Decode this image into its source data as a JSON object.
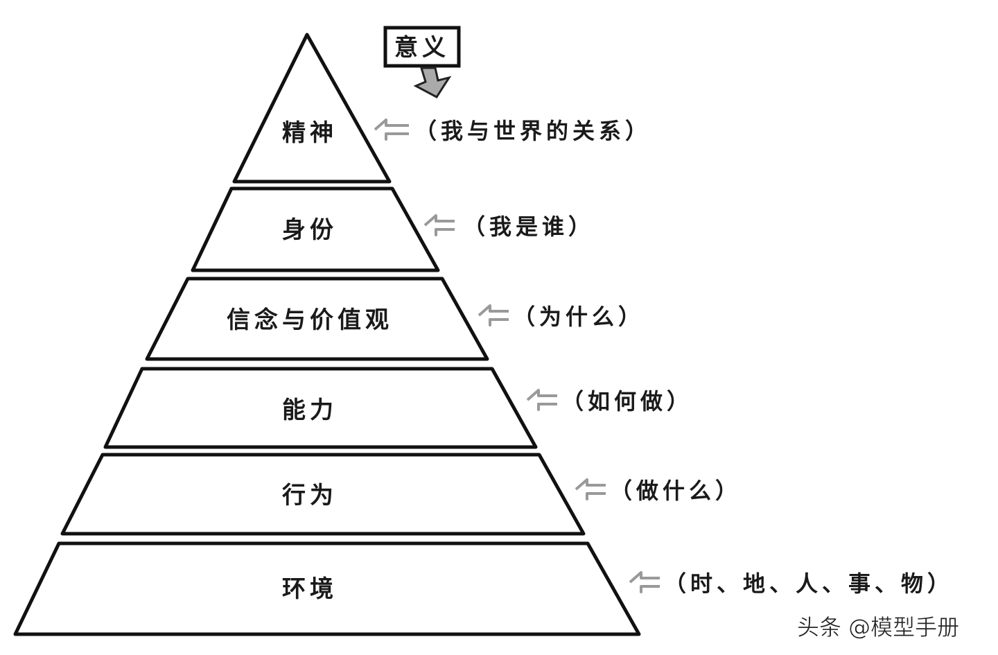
{
  "sign": {
    "label": "意义"
  },
  "layers": [
    {
      "label": "精神",
      "note": "（我与世界的关系）"
    },
    {
      "label": "身份",
      "note": "（我是谁）"
    },
    {
      "label": "信念与价值观",
      "note": "（为什么）"
    },
    {
      "label": "能力",
      "note": "（如何做）"
    },
    {
      "label": "行为",
      "note": "（做什么）"
    },
    {
      "label": "环境",
      "note": "（时、地、人、事、物）"
    }
  ],
  "watermark": "头条 @模型手册",
  "colors": {
    "outline": "#111111",
    "arrow": "#999999",
    "sign_arrow": "#aaaaaa"
  }
}
